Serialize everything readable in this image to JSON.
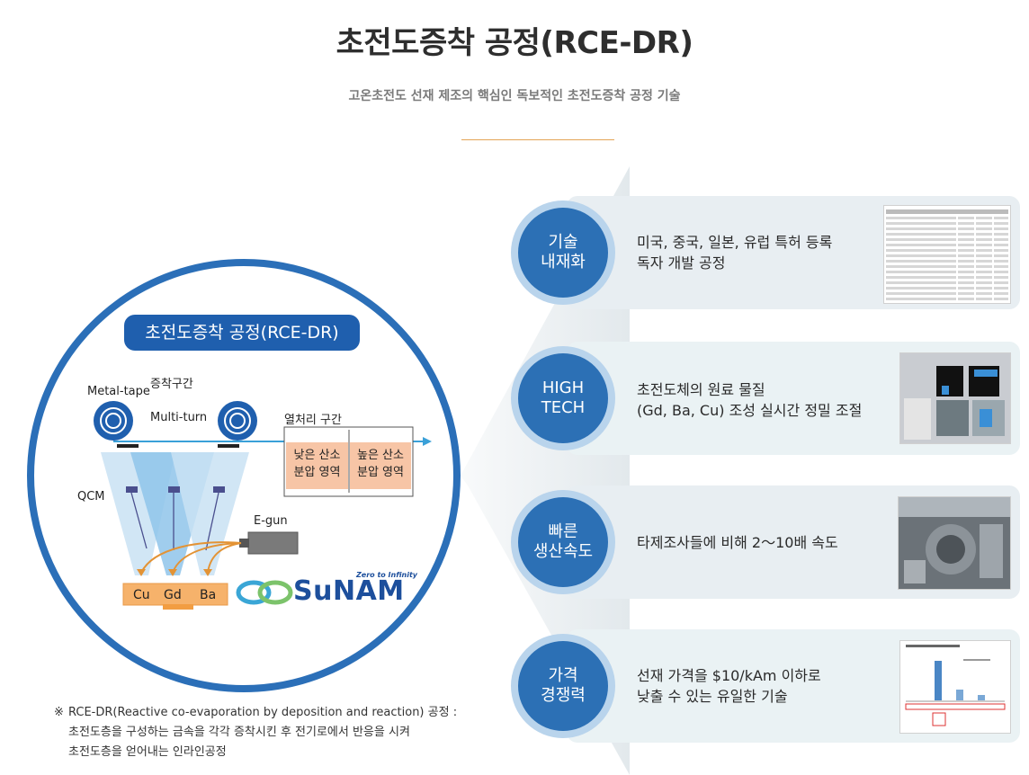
{
  "header": {
    "title": "초전도증착 공정(RCE-DR)",
    "subtitle": "고온초전도 선재 제조의 핵심인 독보적인 초전도증착 공정 기술"
  },
  "diagram": {
    "label": "초전도증착 공정(RCE-DR)",
    "metal_tape": "Metal-tape",
    "deposition_zone": "증착구간",
    "multi_turn": "Multi-turn",
    "heat_zone": "열처리 구간",
    "low_oxygen": [
      "낮은 산소",
      "분압 영역"
    ],
    "high_oxygen": [
      "높은 산소",
      "분압 영역"
    ],
    "qcm": "QCM",
    "egun": "E-gun",
    "elements": [
      "Cu",
      "Gd",
      "Ba"
    ],
    "logo_tagline": "Zero to Infinity",
    "logo_name": "SuNAM"
  },
  "note": {
    "mark": "※",
    "line1": "RCE-DR(Reactive co-evaporation by deposition and reaction) 공정 :",
    "line2": "초전도층을 구성하는 금속을 각각 증착시킨 후 전기로에서 반응을 시켜",
    "line3": "초전도층을 얻어내는 인라인공정"
  },
  "features": [
    {
      "badge": [
        "기술",
        "내재화"
      ],
      "lines": [
        "미국, 중국, 일본, 유럽 특허 등록",
        "독자 개발 공정"
      ]
    },
    {
      "badge": [
        "HIGH",
        "TECH"
      ],
      "lines": [
        "초전도체의 원료 물질",
        "(Gd, Ba, Cu) 조성 실시간 정밀 조절"
      ]
    },
    {
      "badge": [
        "빠른",
        "생산속도"
      ],
      "lines": [
        "타제조사들에 비해 2～10배 속도"
      ]
    },
    {
      "badge": [
        "가격",
        "경쟁력"
      ],
      "lines": [
        "선재 가격을 $10/kAm 이하로",
        "낮출 수 있는 유일한 기술"
      ]
    }
  ],
  "colors": {
    "accent_blue": "#2c70b5",
    "badge_ring": "#b9d4ec",
    "title_rule": "#e3a455",
    "zone_fill": "#f7c5a6",
    "substrate": "#f6b26b"
  }
}
